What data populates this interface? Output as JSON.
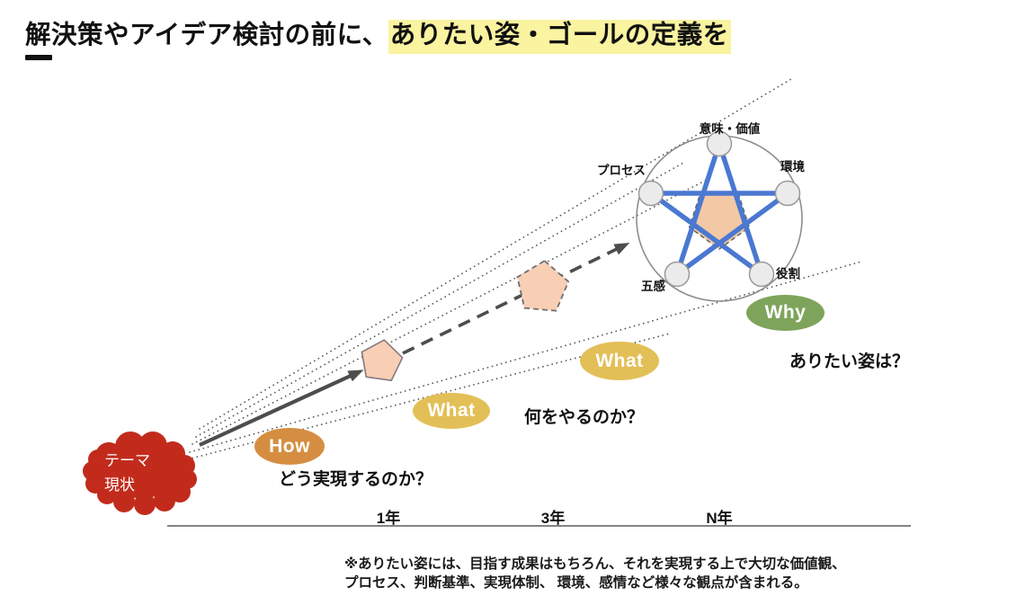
{
  "title": {
    "plain": "解決策やアイデア検討の前に、",
    "highlighted": "ありたい姿・ゴールの定義を"
  },
  "current_state_cloud": {
    "line1": "テーマ",
    "line2": "現状"
  },
  "path": {
    "how_badge": "How",
    "what_badge_near": "What",
    "what_badge_far": "What",
    "why_badge": "Why",
    "how_question": "どう実現するのか？",
    "what_question": "何をやるのか？",
    "why_question": "ありたい姿は？"
  },
  "goal_model": {
    "label_top": "意味・価値",
    "label_right": "環境",
    "label_bottom_right": "役割",
    "label_bottom_left": "五感",
    "label_left": "プロセス"
  },
  "timeline": {
    "tick_1": "1年",
    "tick_3": "3年",
    "tick_n": "N年"
  },
  "footnote": {
    "line1": "※ありたい姿には、目指す成果はもちろん、それを実現する上で大切な価値観、",
    "line2": "プロセス、判断基準、実現体制、 環境、感情など様々な観点が含まれる。"
  },
  "colors": {
    "cloud_red": "#C22B1C",
    "how_orange": "#D58E41",
    "what_yellow": "#E3BF57",
    "why_green": "#7EA45B",
    "star_blue": "#4A78D2",
    "pentagon_peach": "#F8CFB5",
    "title_highlight": "#FAF3A0"
  }
}
